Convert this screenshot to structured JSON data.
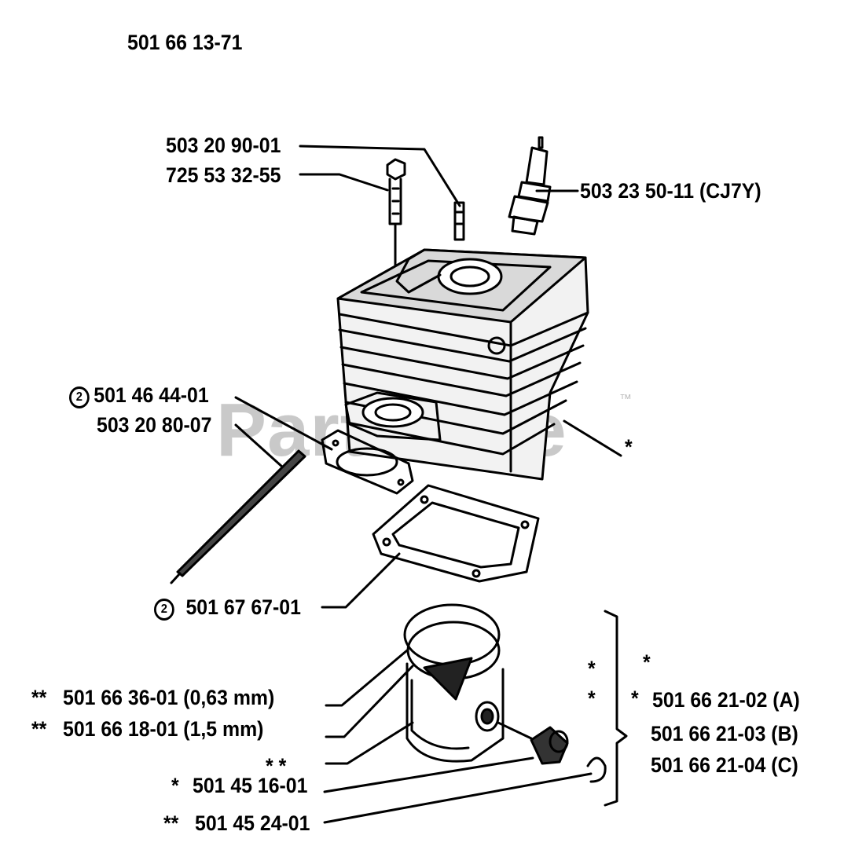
{
  "header": {
    "assembly_number": "501 66 13-71"
  },
  "watermark": {
    "text": "PartsTree",
    "trademark": "™"
  },
  "callouts": {
    "cylinder_bolt_a": "503 20 90-01",
    "cylinder_bolt_b": "725 53 32-55",
    "spark_plug": "503 23 50-11 (CJ7Y)",
    "gasket_a_num": "501 46 44-01",
    "rod_num": "503 20 80-07",
    "cylinder_star": "*",
    "base_gasket_num": "501 67 67-01",
    "ring_thin": "501 66 36-01 (0,63 mm)",
    "ring_thick": "501 66 18-01 (1,5 mm)",
    "piston_pin": "501 45 16-01",
    "circlip": "501 45 24-01",
    "ring_thin_mark": "**",
    "ring_thick_mark": "**",
    "piston_pin_mark": "*",
    "circlip_mark": "**",
    "piston_stars": "*     *",
    "kit_a": "501 66 21-02 (A)",
    "kit_b": "501 66 21-03 (B)",
    "kit_c": "501 66 21-04 (C)",
    "kit_star_1": "*",
    "kit_star_2": "*",
    "kit_star_3": "*",
    "kit_star_4": "*",
    "note_circle": "2"
  },
  "colors": {
    "ink": "#000000",
    "watermark": "#c9c9c9"
  }
}
